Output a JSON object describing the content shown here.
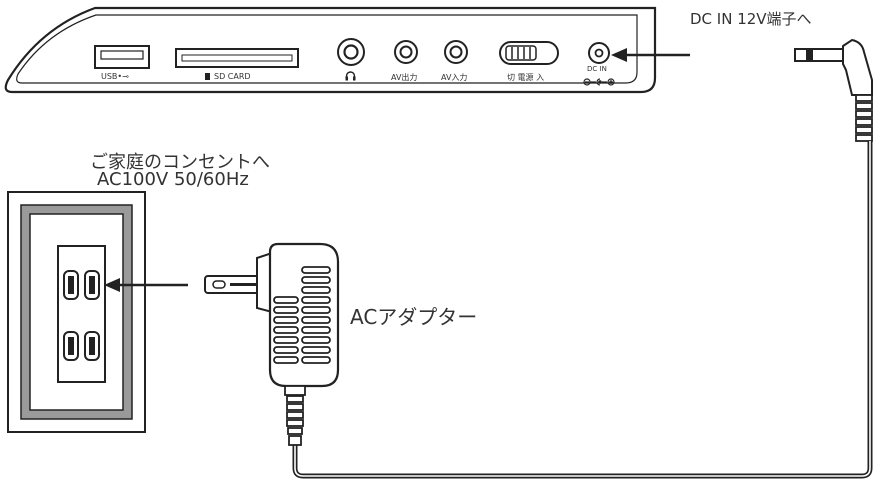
{
  "device": {
    "ports": {
      "usb_label": "USB",
      "usb_symbol": "•⊸",
      "sd_label": "SD CARD",
      "headphone_symbol": "🎧",
      "av_out_label": "AV出力",
      "av_in_label": "AV入力",
      "power_switch_label": "切 電源 入",
      "dc_in_label": "DC IN"
    }
  },
  "callouts": {
    "dc_in_terminal": "DC IN 12V端子へ",
    "outlet_line1": "ご家庭のコンセントへ",
    "outlet_line2": "AC100V 50/60Hz",
    "adapter": "ACアダプター"
  },
  "colors": {
    "line": "#222222",
    "panel_fill": "#ffffff",
    "frame_gray": "#9a9a9a"
  }
}
